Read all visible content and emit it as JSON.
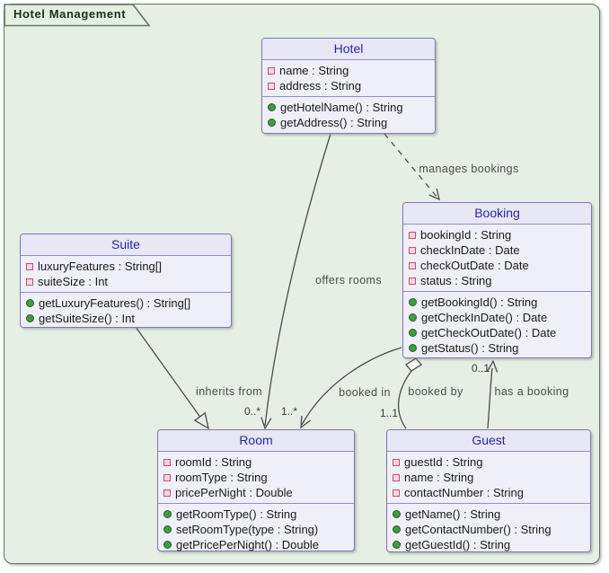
{
  "frame": {
    "title": "Hotel Management"
  },
  "classes": [
    {
      "name": "Hotel",
      "attributes": [
        "name : String",
        "address : String"
      ],
      "methods": [
        "getHotelName() : String",
        "getAddress() : String"
      ]
    },
    {
      "name": "Booking",
      "attributes": [
        "bookingId : String",
        "checkInDate : Date",
        "checkOutDate : Date",
        "status : String"
      ],
      "methods": [
        "getBookingId() : String",
        "getCheckInDate() : Date",
        "getCheckOutDate() : Date",
        "getStatus() : String"
      ]
    },
    {
      "name": "Suite",
      "attributes": [
        "luxuryFeatures : String[]",
        "suiteSize : Int"
      ],
      "methods": [
        "getLuxuryFeatures() : String[]",
        "getSuiteSize() : Int"
      ]
    },
    {
      "name": "Room",
      "attributes": [
        "roomId : String",
        "roomType : String",
        "pricePerNight : Double"
      ],
      "methods": [
        "getRoomType() : String",
        "setRoomType(type : String)",
        "getPricePerNight() : Double"
      ]
    },
    {
      "name": "Guest",
      "attributes": [
        "guestId : String",
        "name : String",
        "contactNumber : String"
      ],
      "methods": [
        "getName() : String",
        "getContactNumber() : String",
        "getGuestId() : String"
      ]
    }
  ],
  "edges": {
    "manages_bookings": {
      "from": "Hotel",
      "to": "Booking",
      "label": "manages bookings",
      "style": "dashed-arrow"
    },
    "offers_rooms": {
      "from": "Hotel",
      "to": "Room",
      "label": "offers rooms",
      "style": "solid-arrow",
      "target_multiplicity": "0..*"
    },
    "inherits_from": {
      "from": "Suite",
      "to": "Room",
      "label": "inherits from",
      "style": "generalization"
    },
    "booked_in": {
      "from": "Booking",
      "to": "Room",
      "label": "booked in",
      "style": "solid-arrow",
      "target_multiplicity": "1..*"
    },
    "booked_by": {
      "from": "Booking",
      "to": "Guest",
      "label": "booked by",
      "style": "aggregation",
      "target_multiplicity": "1..1"
    },
    "has_a_booking": {
      "from": "Guest",
      "to": "Booking",
      "label": "has a booking",
      "style": "solid-arrow",
      "target_multiplicity": "0..1"
    }
  },
  "legend": {
    "private_field_icon": "pink-square",
    "public_method_icon": "green-circle"
  },
  "colors": {
    "frame_background": "#e6efe3",
    "frame_border": "#5b7a60",
    "frame_title_text": "#16301a",
    "class_fill": "#efeffa",
    "class_header_fill": "#e7e7f5",
    "class_border": "#7878b8",
    "class_title_text": "#2727a8",
    "member_text": "#1a1a1a",
    "edge_stroke": "#4b4b4b",
    "edge_label_text": "#4a4f4a",
    "private_field_icon": "#c25071",
    "public_method_icon": "#3f9c41"
  }
}
